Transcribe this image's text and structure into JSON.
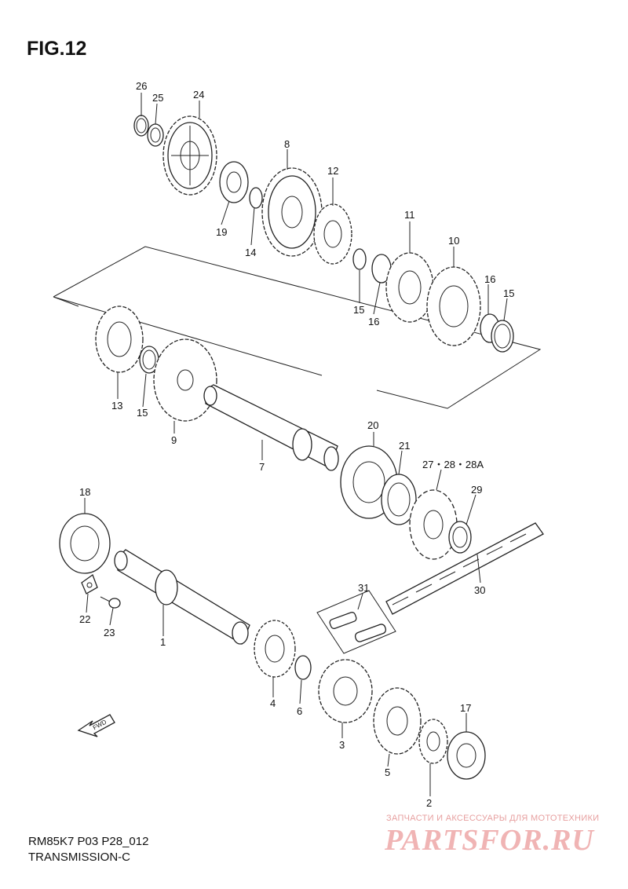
{
  "title": "FIG.12",
  "model_code": "RM85K7 P03 P28_012",
  "section": "TRANSMISSION-C",
  "direction_marker": "FWD",
  "watermark": {
    "top_text": "ЗАПЧАСТИ И АКСЕССУАРЫ ДЛЯ МОТОТЕХНИКИ",
    "logo_text": "PARTSFOR.RU"
  },
  "callouts": {
    "p26": "26",
    "p25": "25",
    "p24": "24",
    "p8": "8",
    "p12": "12",
    "p19": "19",
    "p14": "14",
    "p11": "11",
    "p10": "10",
    "p16a": "16",
    "p15a": "15",
    "p15b": "15",
    "p16b": "16",
    "p13": "13",
    "p15c": "15",
    "p9": "9",
    "p7": "7",
    "p20": "20",
    "p21": "21",
    "p27": "27・28・28A",
    "p29": "29",
    "p18": "18",
    "p22": "22",
    "p23": "23",
    "p1": "1",
    "p31": "31",
    "p30": "30",
    "p4": "4",
    "p6": "6",
    "p3": "3",
    "p5": "5",
    "p17": "17",
    "p2": "2"
  }
}
